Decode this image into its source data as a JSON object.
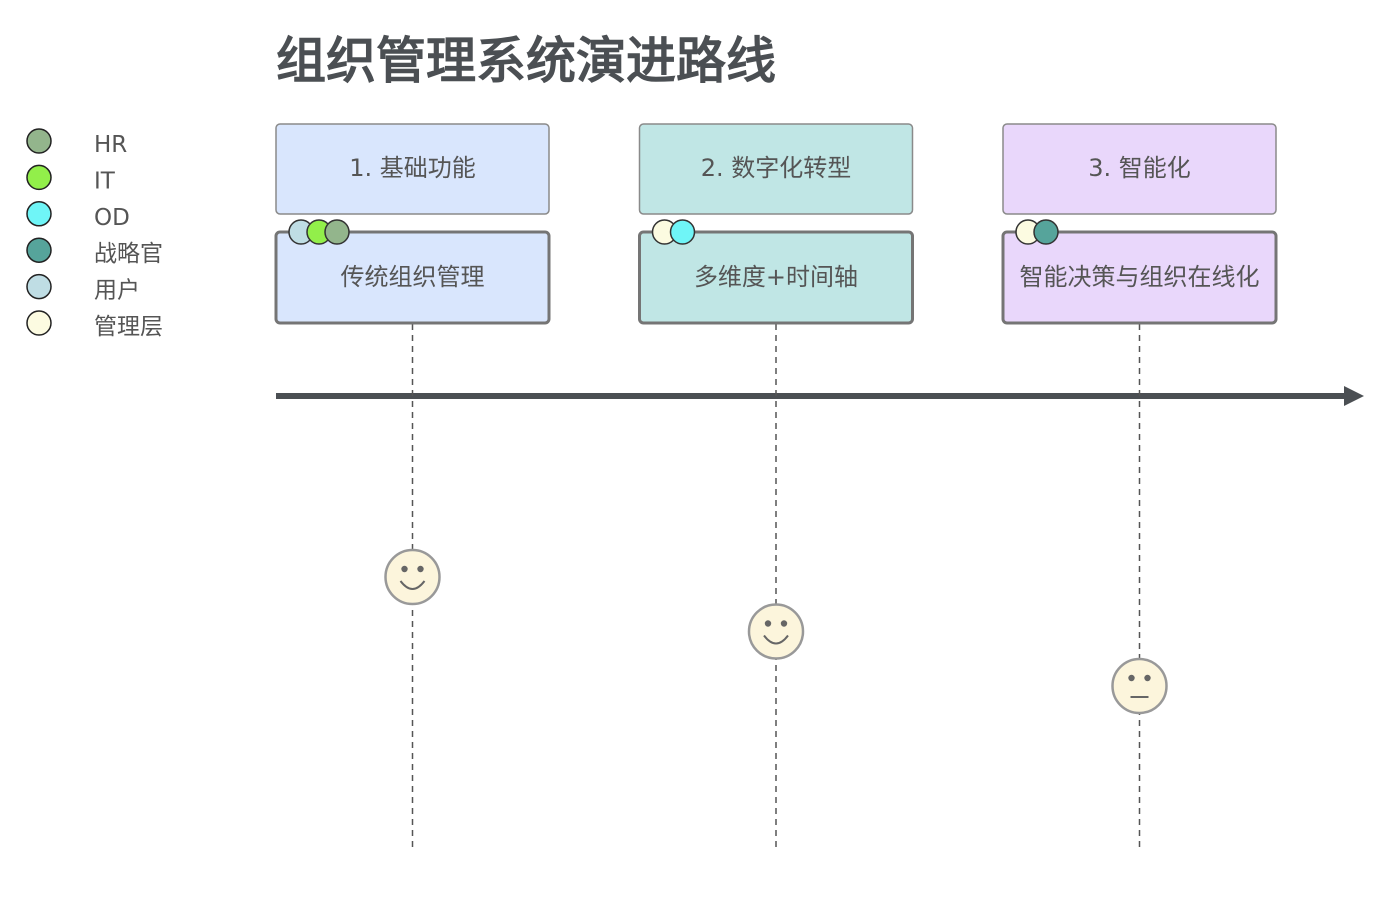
{
  "title": "组织管理系统演进路线",
  "legend": [
    {
      "name": "HR",
      "color": "#93b58c"
    },
    {
      "name": "IT",
      "color": "#92ef4a"
    },
    {
      "name": "OD",
      "color": "#6ff5f7"
    },
    {
      "name": "战略官",
      "color": "#56a49b"
    },
    {
      "name": "用户",
      "color": "#bfdde4"
    },
    {
      "name": "管理层",
      "color": "#fcfbe1"
    }
  ],
  "sections": [
    {
      "label": "1. 基础功能",
      "color": "#d9e6fd",
      "task": "传统组织管理",
      "actors": [
        "用户",
        "IT",
        "HR"
      ],
      "score": 5,
      "mood": "smile"
    },
    {
      "label": "2. 数字化转型",
      "color": "#c0e6e5",
      "task": "多维度+时间轴",
      "actors": [
        "管理层",
        "OD"
      ],
      "score": 4,
      "mood": "smile"
    },
    {
      "label": "3. 智能化",
      "color": "#e9d7fb",
      "task": "智能决策与组织在线化",
      "actors": [
        "管理层",
        "战略官"
      ],
      "score": 3,
      "mood": "neutral"
    }
  ],
  "style": {
    "axis_color": "#4b4f53",
    "border_color": "#757575",
    "face_fill": "#fcf5dc",
    "face_stroke": "#999999"
  }
}
